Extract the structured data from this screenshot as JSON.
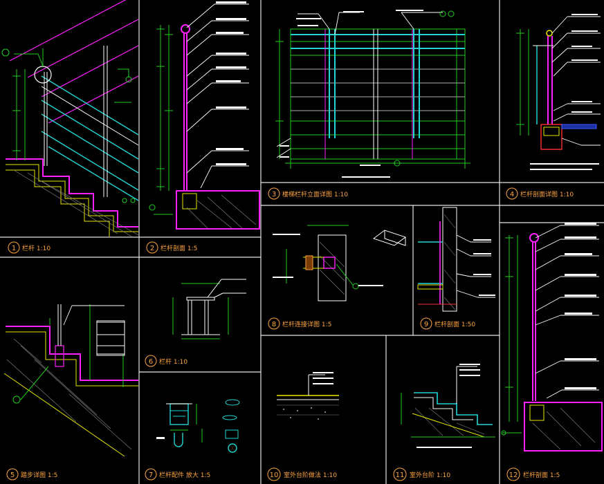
{
  "sheet": {
    "background": "#000000",
    "frame_color": "#ffffff",
    "label_color": "#ffa640"
  },
  "colors": {
    "green": "#22cc22",
    "magenta": "#ff22ff",
    "cyan": "#22d6d6",
    "yellow": "#e8e800",
    "white": "#f0f0f0",
    "orange": "#ffa640",
    "red": "#ff3030",
    "blue": "#3a5cff"
  },
  "panels": [
    {
      "num": "1",
      "title": "栏杆 1:10"
    },
    {
      "num": "2",
      "title": "栏杆剖面 1:5"
    },
    {
      "num": "3",
      "title": "楼梯栏杆立面详图 1:10"
    },
    {
      "num": "4",
      "title": "栏杆剖面详图 1:10"
    },
    {
      "num": "5",
      "title": "踏步详图 1:5"
    },
    {
      "num": "6",
      "title": "栏杆 1:10"
    },
    {
      "num": "7",
      "title": "栏杆配件 放大 1:5"
    },
    {
      "num": "8",
      "title": "栏杆连接详图 1:5"
    },
    {
      "num": "9",
      "title": "栏杆剖面 1:50"
    },
    {
      "num": "10",
      "title": "室外台阶做法 1:10"
    },
    {
      "num": "11",
      "title": "室外台阶 1:10"
    },
    {
      "num": "12",
      "title": "栏杆剖面 1:5"
    }
  ]
}
